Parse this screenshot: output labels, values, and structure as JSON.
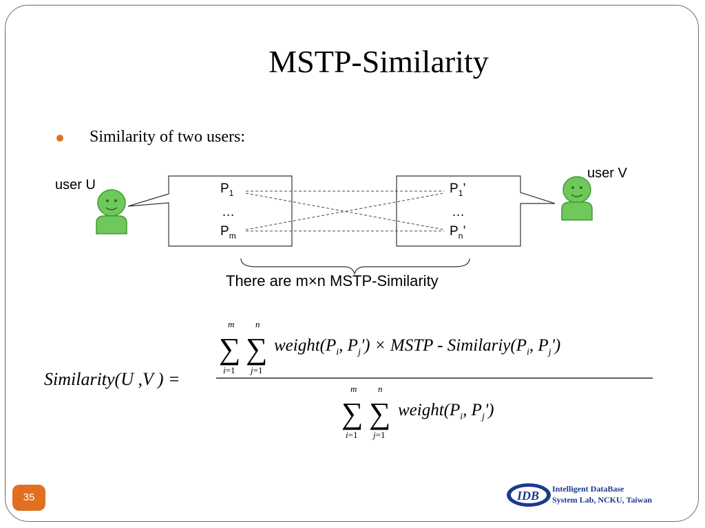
{
  "slide": {
    "title": "MSTP-Similarity",
    "bullet": "Similarity of two users:",
    "page_number": "35"
  },
  "diagram": {
    "user_u_label": "user U",
    "user_v_label": "user V",
    "left_box": {
      "p1": "P",
      "p1_sub": "1",
      "dots": "…",
      "pm": "P",
      "pm_sub": "m"
    },
    "right_box": {
      "p1": "P",
      "p1_sub": "1",
      "p1_prime": "’",
      "dots": "…",
      "pn": "P",
      "pn_sub": "n",
      "pn_prime": "’"
    },
    "caption": "There are m×n MSTP-Similarity"
  },
  "formula": {
    "lhs": "Similarity(U,V) =",
    "numerator": "Σ_{i=1}^{m} Σ_{j=1}^{n} weight(P_i, P_j') × MSTP - Similariy(P_i, P_j')",
    "denominator": "Σ_{i=1}^{m} Σ_{j=1}^{n} weight(P_i, P_j')"
  },
  "footer": {
    "logo_text": "IDB",
    "lab_line1": "Intelligent DataBase",
    "lab_line2": "System Lab, NCKU, Taiwan"
  },
  "colors": {
    "accent": "#e07020",
    "user_icon": "#6ec85a",
    "lab_blue": "#1a3a8f"
  },
  "icons": [
    "user-u-icon",
    "user-v-icon",
    "idb-logo-icon"
  ]
}
